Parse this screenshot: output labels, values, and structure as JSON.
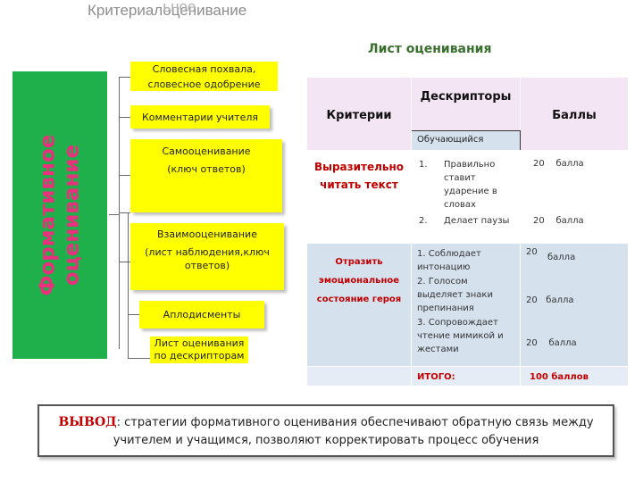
{
  "slide": {
    "title_part1": "Критериал",
    "title_overlap_a": "ьное",
    "title_overlap_b": "оце",
    "title_part2": "нивание"
  },
  "left": {
    "vertical_line1": "Формативное",
    "vertical_line2": "оценивание"
  },
  "strategies": [
    {
      "line1": "Словесная похвала,",
      "line2": "словесное одобрение"
    },
    {
      "line1": "Комментарии учителя"
    },
    {
      "line1": "Самооценивание",
      "line2": "(ключ ответов)"
    },
    {
      "line1": "Взаимооценивание",
      "line2": "(лист наблюдения,ключ ответов)"
    },
    {
      "line1": "Аплодисменты"
    },
    {
      "line1": "Лист оценивания",
      "line2": "по дескрипторам"
    }
  ],
  "sheet": {
    "title": "Лист оценивания",
    "headers": {
      "criteria": "Критерии",
      "descriptors": "Дескрипторы",
      "sub": "Обучающийся",
      "points": "Баллы"
    },
    "rows": [
      {
        "criterion": "Выразительно читать текст",
        "descriptors": [
          "Правильно ставит ударение в словах",
          "Делает паузы"
        ],
        "descriptor_numbers": [
          "1.",
          "2."
        ],
        "points": [
          "20",
          "20"
        ],
        "points_unit": [
          "балла",
          "балла"
        ]
      },
      {
        "criterion": "Отразить эмоциональное состояние героя",
        "descriptors": [
          "1. Соблюдает интонацию",
          "2. Голосом выделяет знаки препинания",
          "3. Сопровождает чтение мимикой и жестами"
        ],
        "points": [
          "20",
          "20",
          "20"
        ],
        "points_unit": [
          "балла",
          "балла",
          "балла"
        ]
      }
    ],
    "total_label": "ИТОГО:",
    "total_value": "100 баллов"
  },
  "conclusion": {
    "label": "ВЫВОД",
    "colon": ":",
    "text_line1": " стратегии формативного оценивания обеспечивают обратную связь между",
    "text_line2": "учителем и учащимся, позволяют корректировать процесс обучения"
  },
  "colors": {
    "green": "#1fb04b",
    "pink": "#e8307d",
    "yellow": "#ffff00",
    "red": "#c00000",
    "title_green": "#39702e"
  }
}
